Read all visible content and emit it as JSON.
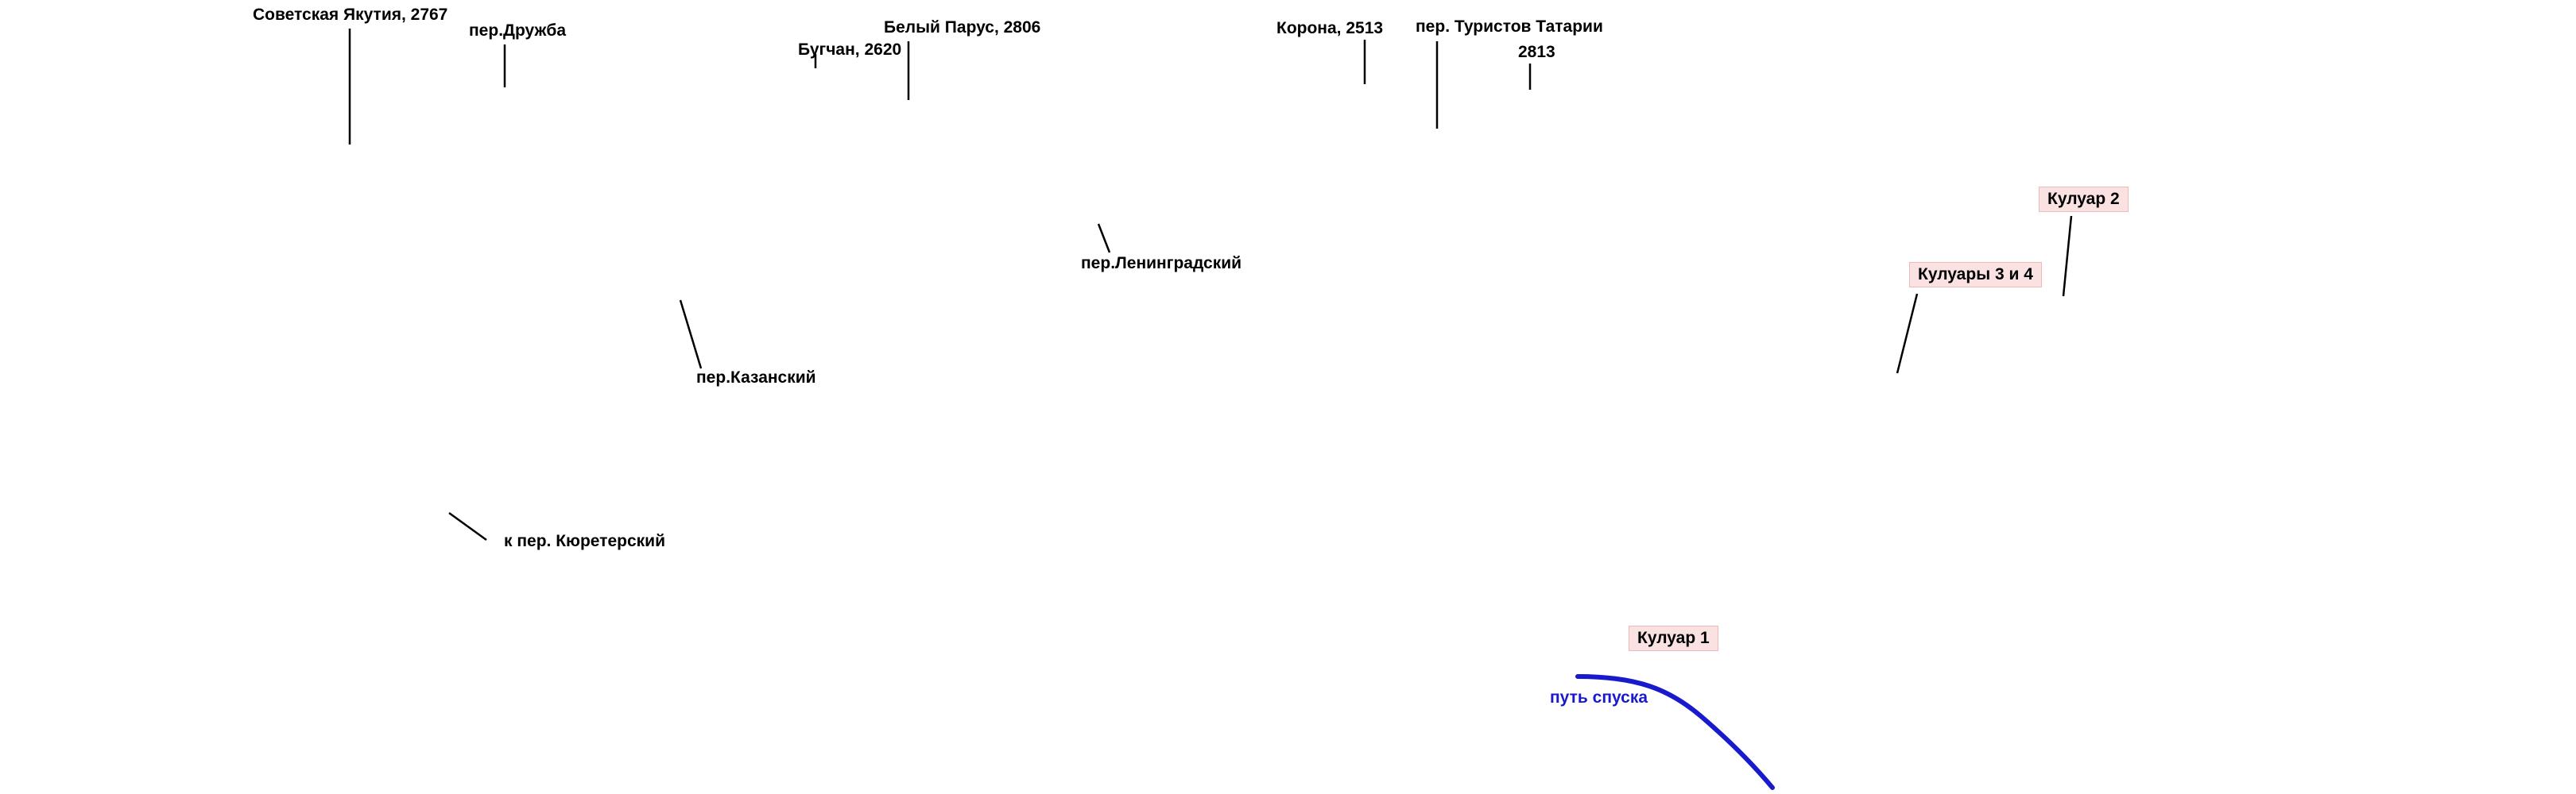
{
  "colors": {
    "text": "#000000",
    "leader_line": "#000000",
    "couloir_fill": "#fbe2e2",
    "couloir_border": "#f0b9b9",
    "descent_route": "#1a1acd"
  },
  "labels": {
    "sovetskaya_yakutiya": "Советская Якутия, 2767",
    "per_druzhba": "пер.Дружба",
    "belyi_parus": "Белый Парус, 2806",
    "bugchan": "Бугчан, 2620",
    "korona": "Корона, 2513",
    "per_turistov_tatarii": "пер. Туристов Татарии",
    "height_2813": "2813",
    "per_leningradskiy": "пер.Ленинградский",
    "per_kazanskiy": "пер.Казанский",
    "k_per_kyureterskiy": "к пер. Кюретерский",
    "kuluar_2": "Кулуар 2",
    "kuluary_3_i_4": "Кулуары 3 и 4",
    "kuluar_1": "Кулуар 1",
    "put_spuska": "путь спуска"
  }
}
